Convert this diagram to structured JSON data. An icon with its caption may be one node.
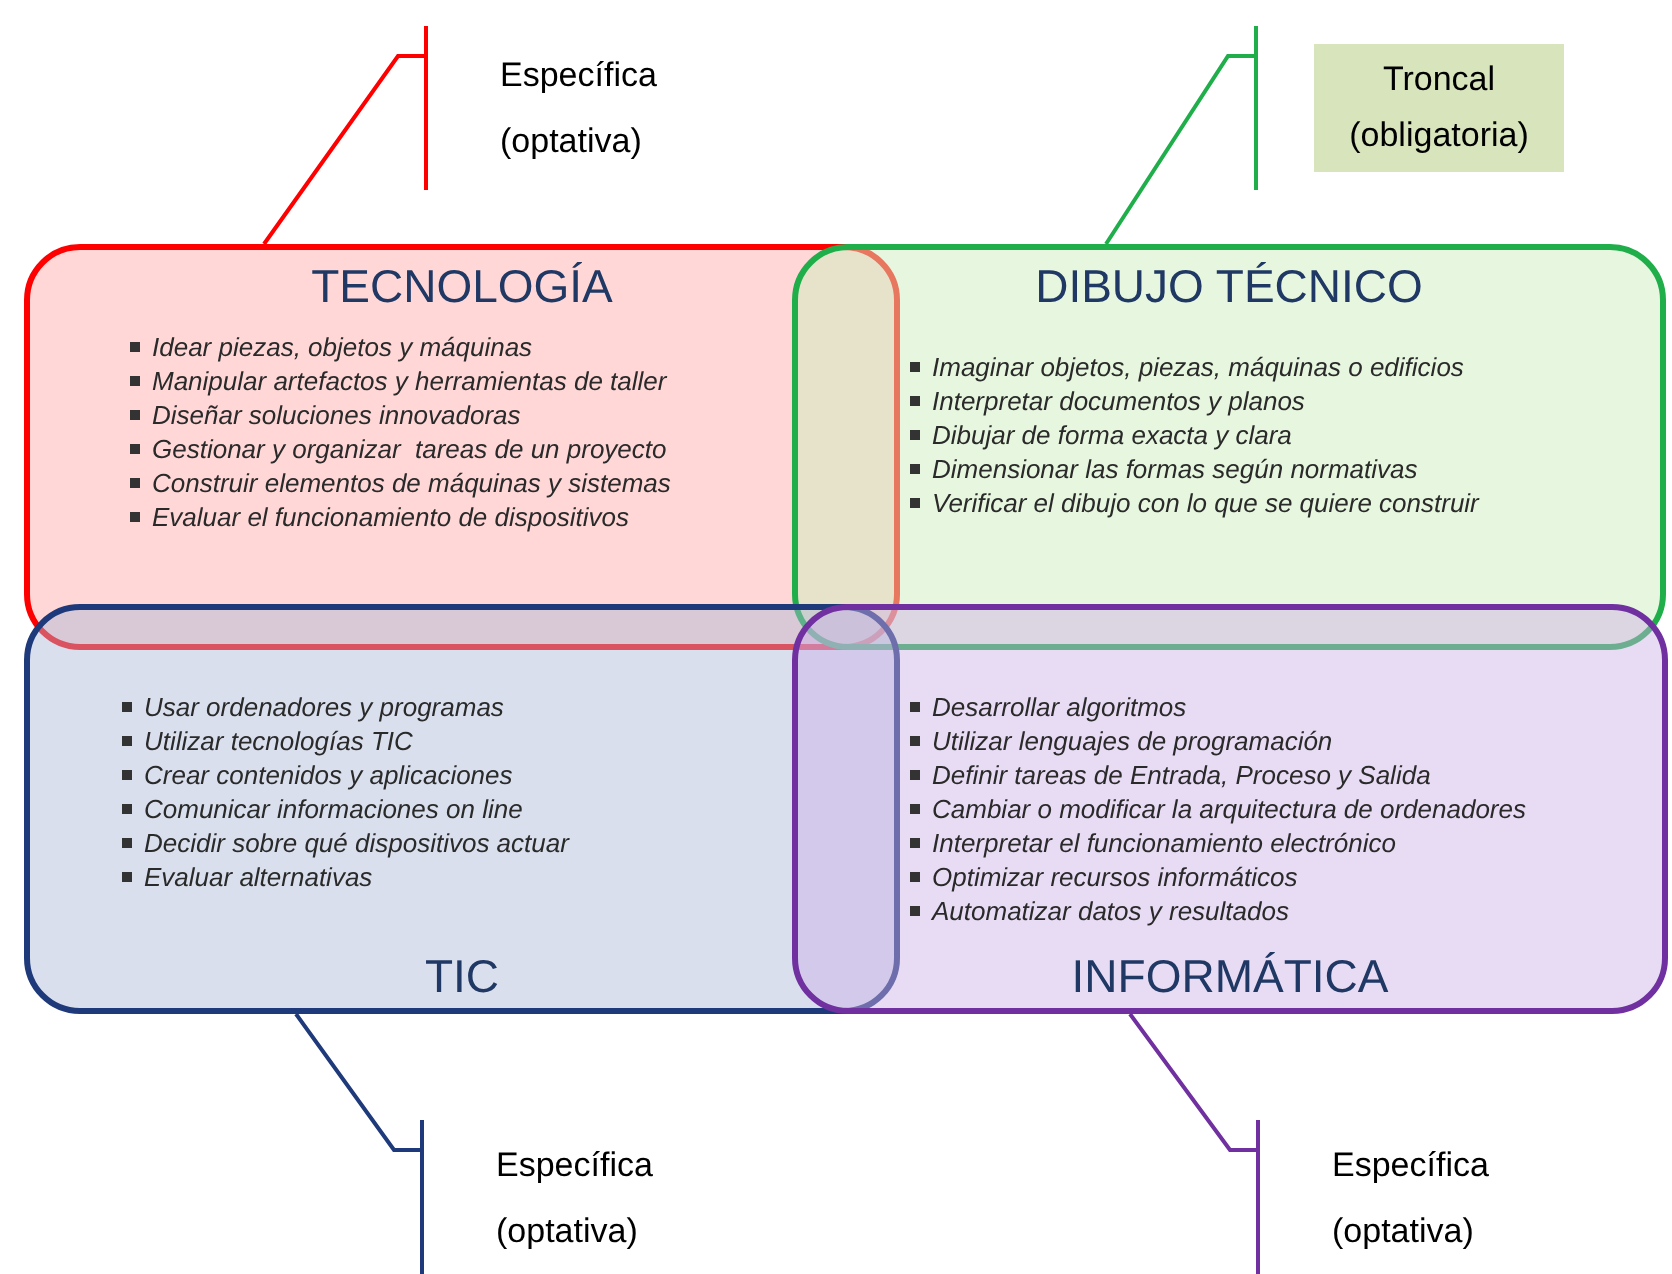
{
  "diagram": {
    "nodes": [
      {
        "text": [
          "Específica (optativa)"
        ]
      },
      {
        "text": [
          "Troncal (obligatoria)"
        ]
      },
      {
        "text": [
          "TECNOLOGÍA",
          "Idear piezas, objetos y máquinas",
          "Manipular artefactos y herramientas de taller",
          "Diseñar soluciones innovadoras",
          "Gestionar y organizar  tareas de un proyecto",
          "Construir elementos de máquinas y sistemas",
          "Evaluar el funcionamiento de dispositivos"
        ]
      },
      {
        "text": [
          "DIBUJO TÉCNICO",
          "Imaginar objetos, piezas, máquinas o edificios",
          "Interpretar documentos y planos",
          "Dibujar de forma exacta y clara",
          "Dimensionar las formas según normativas",
          "Verificar el dibujo con lo que se quiere construir"
        ]
      },
      {
        "text": [
          "Usar ordenadores y programas",
          "Utilizar tecnologías TIC",
          "Crear contenidos y aplicaciones",
          "Comunicar informaciones on line",
          "Decidir sobre qué dispositivos actuar",
          "Evaluar alternativas",
          "TIC"
        ]
      },
      {
        "text": [
          "Desarrollar algoritmos",
          "Utilizar lenguajes de programación",
          "Definir tareas de Entrada, Proceso y Salida",
          "Cambiar o modificar la arquitectura de ordenadores",
          "Interpretar el funcionamiento electrónico",
          "Optimizar recursos informáticos",
          "Automatizar datos y resultados",
          "INFORMÁTICA"
        ]
      },
      {
        "text": [
          "Específica (optativa)"
        ]
      },
      {
        "text": [
          "Específica (optativa)"
        ]
      }
    ],
    "edges": [
      {
        "from": 0,
        "to": 2,
        "arrow": "none",
        "color": "#ff0000"
      },
      {
        "from": 1,
        "to": 3,
        "arrow": "none",
        "color": "#1fae4a"
      },
      {
        "from": 6,
        "to": 4,
        "arrow": "none",
        "color": "#1f3a7a"
      },
      {
        "from": 7,
        "to": 5,
        "arrow": "none",
        "color": "#7030a0"
      }
    ]
  }
}
